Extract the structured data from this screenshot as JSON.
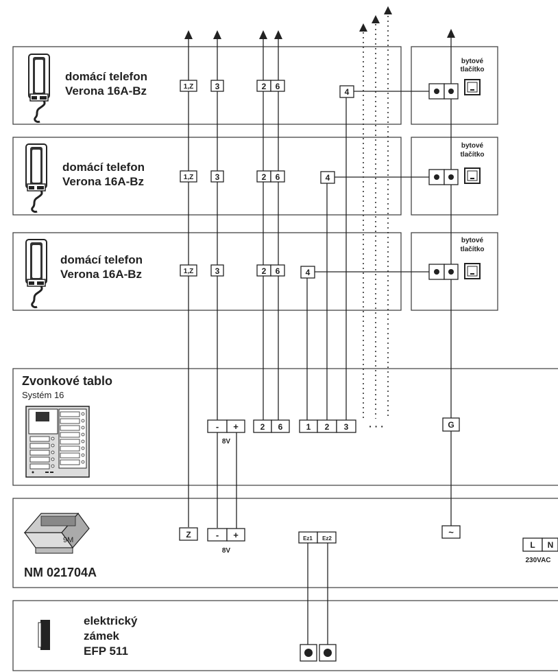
{
  "phones": [
    {
      "title_line1": "domácí telefon",
      "title_line2": "Verona 16A-Bz",
      "terminals": [
        "1,Z",
        "3",
        "2",
        "6",
        "4"
      ],
      "button_label_1": "bytové",
      "button_label_2": "tlačítko"
    },
    {
      "title_line1": "domácí telefon",
      "title_line2": "Verona 16A-Bz",
      "terminals": [
        "1,Z",
        "3",
        "2",
        "6",
        "4"
      ],
      "button_label_1": "bytové",
      "button_label_2": "tlačítko"
    },
    {
      "title_line1": "domácí telefon",
      "title_line2": "Verona 16A-Bz",
      "terminals": [
        "1,Z",
        "3",
        "2",
        "6",
        "4"
      ],
      "button_label_1": "bytové",
      "button_label_2": "tlačítko"
    }
  ],
  "doorpanel": {
    "title": "Zvonkové tablo",
    "subtitle": "Systém 16",
    "terminals": [
      "-",
      "+",
      "2",
      "6",
      "1",
      "2",
      "3",
      "G"
    ],
    "voltage": "8V",
    "ellipsis": "· · ·"
  },
  "power_supply": {
    "title": "NM 021704A",
    "module_label": "9M",
    "terminals": [
      "Z",
      "-",
      "+",
      "Ez1",
      "Ez2",
      "~",
      "L",
      "N"
    ],
    "voltage": "8V",
    "mains": "230VAC"
  },
  "lock": {
    "title_line1": "elektrický",
    "title_line2": "zámek",
    "title_line3": "EFP 511"
  },
  "colors": {
    "line": "#222222",
    "panel_border": "#444444",
    "device_fill": "#dddddd"
  }
}
